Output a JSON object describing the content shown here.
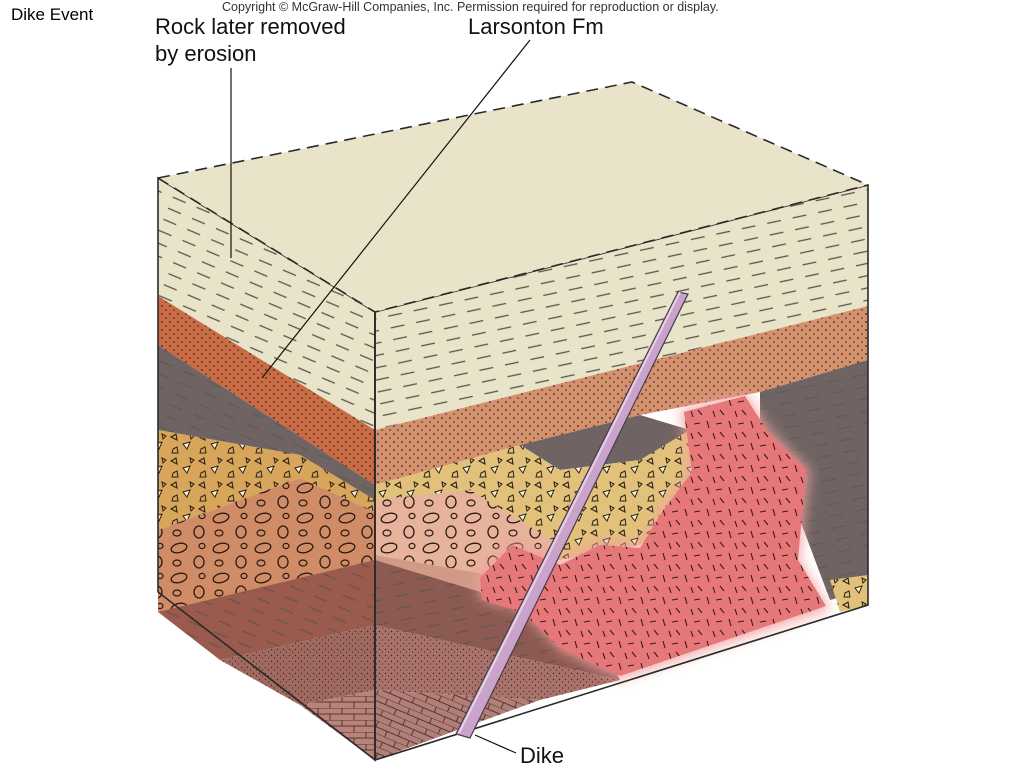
{
  "slide": {
    "title": "Dike Event"
  },
  "copyright": "Copyright © McGraw-Hill Companies, Inc. Permission required for reproduction or display.",
  "labels": {
    "erosion": [
      "Rock later removed",
      "by erosion"
    ],
    "larsonton": "Larsonton Fm",
    "dike": "Dike",
    "unknown": "?"
  },
  "colors": {
    "eroded_layer": "#e9e3c9",
    "larsonton": "#c96b45",
    "granite": "#e7787a",
    "dike": "#c9a3c9"
  }
}
